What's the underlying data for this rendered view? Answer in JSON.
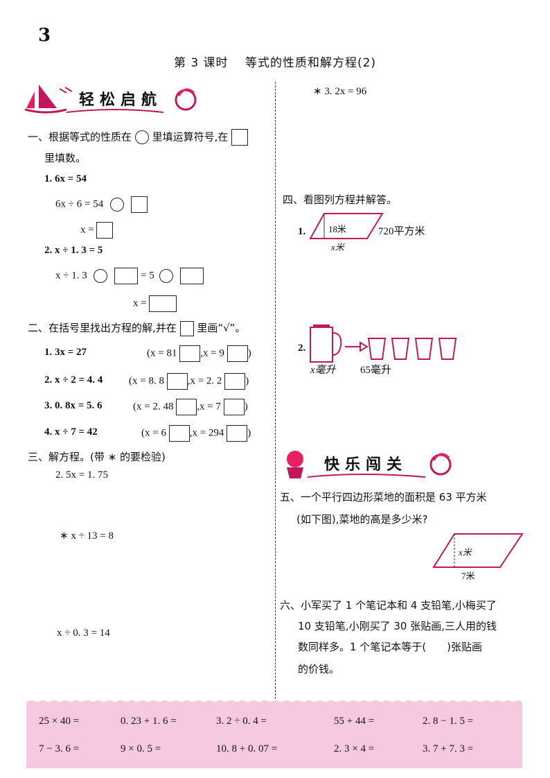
{
  "page_number": "3",
  "title": "第 3 课时　 等式的性质和解方程(2)",
  "banner1": "轻松启航",
  "banner2": "快乐闯关",
  "s1": {
    "line1": "一、根据等式的性质在",
    "line1b": "里填运算符号,在",
    "line2": "里填数。",
    "q1": "1. 6x = 54",
    "q1a_left": "6x ÷ 6  = 54",
    "q1b_left": "x =",
    "q2": "2. x ÷ 1. 3 = 5",
    "q2a_left": "x ÷ 1. 3",
    "q2a_mid": "= 5",
    "q2b_left": "x ="
  },
  "s2": {
    "line": "二、在括号里找出方程的解,并在",
    "line_b": "里画“√”。",
    "items": [
      {
        "eq": "1. 3x = 27",
        "o1": "(x = 81",
        "o2": ",x = 9",
        "end": ")"
      },
      {
        "eq": "2. x ÷ 2 = 4. 4",
        "o1": "(x = 8. 8",
        "o2": ",x = 2. 2",
        "end": ")"
      },
      {
        "eq": "3. 0. 8x = 5. 6",
        "o1": "(x = 2. 48",
        "o2": ",x = 7",
        "end": ")"
      },
      {
        "eq": "4. x ÷ 7 = 42",
        "o1": "(x = 6",
        "o2": ",x = 294",
        "end": ")"
      }
    ]
  },
  "s3": {
    "line": "三、解方程。(带 ∗ 的要检验)",
    "e1": "2. 5x = 1. 75",
    "e2": "∗ x ÷ 13 = 8",
    "e3": "x ÷ 0. 3 = 14",
    "e4": "∗ 3. 2x = 96"
  },
  "s4": {
    "line": "四、看图列方程并解答。",
    "q1_num": "1.",
    "q1_height": "18米",
    "q1_area": "720平方米",
    "q1_base": "x米",
    "q2_num": "2.",
    "q2_jug": "x毫升",
    "q2_cup": "65毫升"
  },
  "s5": {
    "line1": "五、一个平行四边形菜地的面积是 63 平方米",
    "line2": "(如下图),菜地的高是多少米?",
    "height": "x米",
    "base": "7米"
  },
  "s6": {
    "line1": "六、小军买了 1 个笔记本和 4 支铅笔,小梅买了",
    "line2": "10 支铅笔,小刚买了 30 张贴画,三人用的钱",
    "line3": "数同样多。1 个笔记本等于(　　)张贴画",
    "line4": "的价钱。"
  },
  "calc": [
    [
      "25 × 40 =",
      "0. 23 + 1. 6 =",
      "3. 2 ÷ 0. 4 =",
      "55 + 44 =",
      "2. 8 − 1. 5 ="
    ],
    [
      "7 − 3. 6 =",
      "9 × 0. 5 =",
      "10. 8 + 0. 07 =",
      "2. 3 × 4 =",
      "3. 7 + 7. 3 ="
    ]
  ]
}
